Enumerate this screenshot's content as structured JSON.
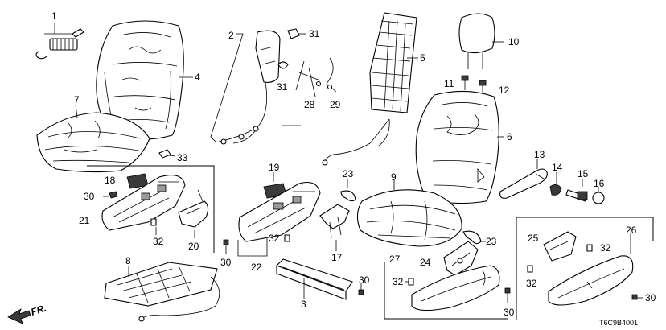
{
  "diagram": {
    "code": "T6C9B4001",
    "front_indicator": "FR.",
    "callouts": [
      "1",
      "2",
      "3",
      "4",
      "5",
      "6",
      "7",
      "8",
      "9",
      "10",
      "11",
      "12",
      "13",
      "14",
      "15",
      "16",
      "17",
      "18",
      "19",
      "20",
      "21",
      "22",
      "23",
      "23",
      "24",
      "25",
      "26",
      "27",
      "28",
      "29",
      "30",
      "30",
      "30",
      "30",
      "30",
      "31",
      "31",
      "32",
      "32",
      "32",
      "32",
      "32",
      "33"
    ]
  }
}
